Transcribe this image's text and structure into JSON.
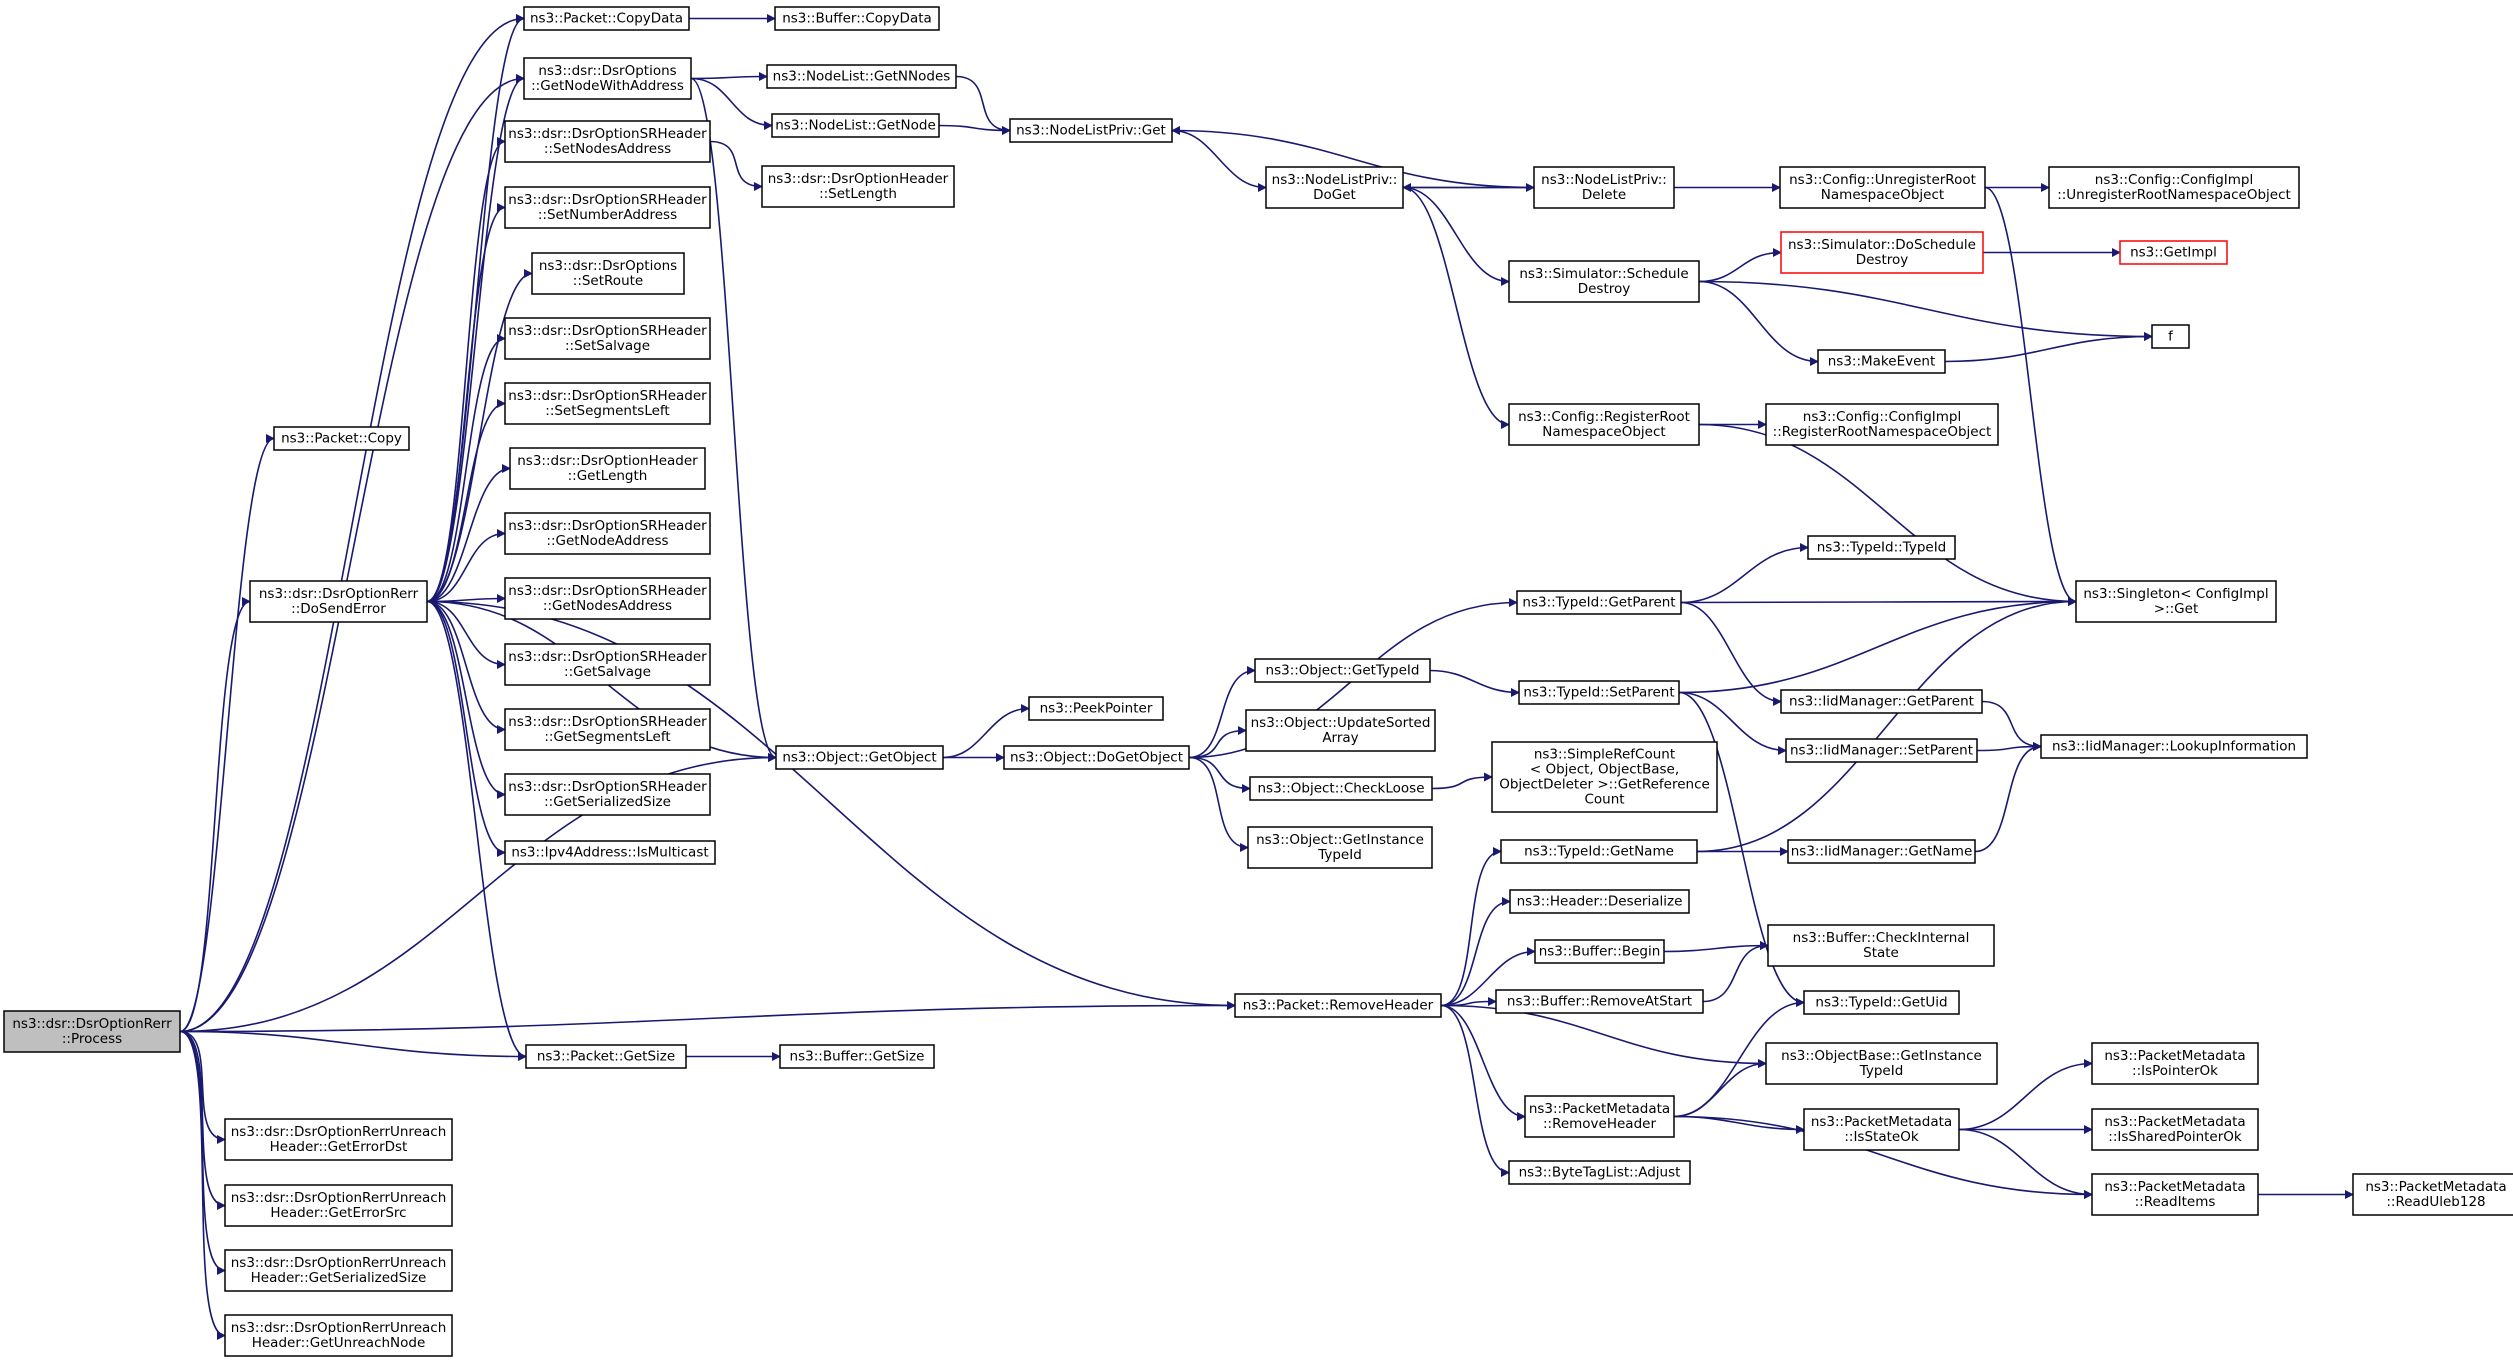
{
  "colors": {
    "edge": "#191970",
    "node_border": "#000000",
    "root_fill": "#bfbfbf",
    "node_fill": "#ffffff",
    "truncated_border": "#ff0000"
  },
  "nodes": [
    {
      "id": "process",
      "lines": [
        "ns3::dsr::DsrOptionRerr",
        "::Process"
      ],
      "root": true
    },
    {
      "id": "copy",
      "lines": [
        "ns3::Packet::Copy"
      ]
    },
    {
      "id": "dosenderror",
      "lines": [
        "ns3::dsr::DsrOptionRerr",
        "::DoSendError"
      ]
    },
    {
      "id": "errordst",
      "lines": [
        "ns3::dsr::DsrOptionRerrUnreach",
        "Header::GetErrorDst"
      ]
    },
    {
      "id": "errorsrc",
      "lines": [
        "ns3::dsr::DsrOptionRerrUnreach",
        "Header::GetErrorSrc"
      ]
    },
    {
      "id": "rerrsersize",
      "lines": [
        "ns3::dsr::DsrOptionRerrUnreach",
        "Header::GetSerializedSize"
      ]
    },
    {
      "id": "unreachnode",
      "lines": [
        "ns3::dsr::DsrOptionRerrUnreach",
        "Header::GetUnreachNode"
      ]
    },
    {
      "id": "copydata",
      "lines": [
        "ns3::Packet::CopyData"
      ]
    },
    {
      "id": "getnodewithaddress",
      "lines": [
        "ns3::dsr::DsrOptions",
        "::GetNodeWithAddress"
      ]
    },
    {
      "id": "setnodesaddress",
      "lines": [
        "ns3::dsr::DsrOptionSRHeader",
        "::SetNodesAddress"
      ]
    },
    {
      "id": "setnumberaddress",
      "lines": [
        "ns3::dsr::DsrOptionSRHeader",
        "::SetNumberAddress"
      ]
    },
    {
      "id": "setroute",
      "lines": [
        "ns3::dsr::DsrOptions",
        "::SetRoute"
      ]
    },
    {
      "id": "setsalvage",
      "lines": [
        "ns3::dsr::DsrOptionSRHeader",
        "::SetSalvage"
      ]
    },
    {
      "id": "setsegmentsleft",
      "lines": [
        "ns3::dsr::DsrOptionSRHeader",
        "::SetSegmentsLeft"
      ]
    },
    {
      "id": "getlength",
      "lines": [
        "ns3::dsr::DsrOptionHeader",
        "::GetLength"
      ]
    },
    {
      "id": "getnodeaddress",
      "lines": [
        "ns3::dsr::DsrOptionSRHeader",
        "::GetNodeAddress"
      ]
    },
    {
      "id": "getnodesaddress",
      "lines": [
        "ns3::dsr::DsrOptionSRHeader",
        "::GetNodesAddress"
      ]
    },
    {
      "id": "getsalvage",
      "lines": [
        "ns3::dsr::DsrOptionSRHeader",
        "::GetSalvage"
      ]
    },
    {
      "id": "getsegmentsleft",
      "lines": [
        "ns3::dsr::DsrOptionSRHeader",
        "::GetSegmentsLeft"
      ]
    },
    {
      "id": "srsersize",
      "lines": [
        "ns3::dsr::DsrOptionSRHeader",
        "::GetSerializedSize"
      ]
    },
    {
      "id": "ismulticast",
      "lines": [
        "ns3::Ipv4Address::IsMulticast"
      ]
    },
    {
      "id": "packetgetsize",
      "lines": [
        "ns3::Packet::GetSize"
      ]
    },
    {
      "id": "buffercopydata",
      "lines": [
        "ns3::Buffer::CopyData"
      ]
    },
    {
      "id": "getnnodes",
      "lines": [
        "ns3::NodeList::GetNNodes"
      ]
    },
    {
      "id": "getnode",
      "lines": [
        "ns3::NodeList::GetNode"
      ]
    },
    {
      "id": "setlength",
      "lines": [
        "ns3::dsr::DsrOptionHeader",
        "::SetLength"
      ]
    },
    {
      "id": "getobject",
      "lines": [
        "ns3::Object::GetObject"
      ]
    },
    {
      "id": "buffergetsize",
      "lines": [
        "ns3::Buffer::GetSize"
      ]
    },
    {
      "id": "nlpget",
      "lines": [
        "ns3::NodeListPriv::Get"
      ]
    },
    {
      "id": "peekpointer",
      "lines": [
        "ns3::PeekPointer"
      ]
    },
    {
      "id": "dogetobject",
      "lines": [
        "ns3::Object::DoGetObject"
      ]
    },
    {
      "id": "removeheader",
      "lines": [
        "ns3::Packet::RemoveHeader"
      ]
    },
    {
      "id": "nlpdoget",
      "lines": [
        "ns3::NodeListPriv::",
        "DoGet"
      ]
    },
    {
      "id": "gettypeid",
      "lines": [
        "ns3::Object::GetTypeId"
      ]
    },
    {
      "id": "updatesorted",
      "lines": [
        "ns3::Object::UpdateSorted",
        "Array"
      ]
    },
    {
      "id": "checkloose",
      "lines": [
        "ns3::Object::CheckLoose"
      ]
    },
    {
      "id": "getinstancetypeid",
      "lines": [
        "ns3::Object::GetInstance",
        "TypeId"
      ]
    },
    {
      "id": "nlpdelete",
      "lines": [
        "ns3::NodeListPriv::",
        "Delete"
      ]
    },
    {
      "id": "scheduledestroy",
      "lines": [
        "ns3::Simulator::Schedule",
        "Destroy"
      ]
    },
    {
      "id": "registerroot",
      "lines": [
        "ns3::Config::RegisterRoot",
        "NamespaceObject"
      ]
    },
    {
      "id": "tgetparent",
      "lines": [
        "ns3::TypeId::GetParent"
      ]
    },
    {
      "id": "tsetparent",
      "lines": [
        "ns3::TypeId::SetParent"
      ]
    },
    {
      "id": "refcount",
      "lines": [
        "ns3::SimpleRefCount",
        "< Object, ObjectBase,",
        "ObjectDeleter >::GetReference",
        "Count"
      ]
    },
    {
      "id": "tgetname",
      "lines": [
        "ns3::TypeId::GetName"
      ]
    },
    {
      "id": "hdeserialize",
      "lines": [
        "ns3::Header::Deserialize"
      ]
    },
    {
      "id": "bufbegin",
      "lines": [
        "ns3::Buffer::Begin"
      ]
    },
    {
      "id": "bufremoveatstart",
      "lines": [
        "ns3::Buffer::RemoveAtStart"
      ]
    },
    {
      "id": "pmremoveheader",
      "lines": [
        "ns3::PacketMetadata",
        "::RemoveHeader"
      ]
    },
    {
      "id": "btladjust",
      "lines": [
        "ns3::ByteTagList::Adjust"
      ]
    },
    {
      "id": "unregisterroot",
      "lines": [
        "ns3::Config::UnregisterRoot",
        "NamespaceObject"
      ]
    },
    {
      "id": "doscheduledestroy",
      "lines": [
        "ns3::Simulator::DoSchedule",
        "Destroy"
      ],
      "truncated": true
    },
    {
      "id": "makeevent",
      "lines": [
        "ns3::MakeEvent"
      ]
    },
    {
      "id": "cfgregister",
      "lines": [
        "ns3::Config::ConfigImpl",
        "::RegisterRootNamespaceObject"
      ]
    },
    {
      "id": "ttypeid",
      "lines": [
        "ns3::TypeId::TypeId"
      ]
    },
    {
      "id": "iidgetparent",
      "lines": [
        "ns3::IidManager::GetParent"
      ]
    },
    {
      "id": "iidsetparent",
      "lines": [
        "ns3::IidManager::SetParent"
      ]
    },
    {
      "id": "iidgetname",
      "lines": [
        "ns3::IidManager::GetName"
      ]
    },
    {
      "id": "bufcheckinternal",
      "lines": [
        "ns3::Buffer::CheckInternal",
        "State"
      ]
    },
    {
      "id": "tgetuid",
      "lines": [
        "ns3::TypeId::GetUid"
      ]
    },
    {
      "id": "obgetinstance",
      "lines": [
        "ns3::ObjectBase::GetInstance",
        "TypeId"
      ]
    },
    {
      "id": "pmisstateok",
      "lines": [
        "ns3::PacketMetadata",
        "::IsStateOk"
      ]
    },
    {
      "id": "cfgunregister",
      "lines": [
        "ns3::Config::ConfigImpl",
        "::UnregisterRootNamespaceObject"
      ]
    },
    {
      "id": "getimpl",
      "lines": [
        "ns3::GetImpl"
      ],
      "truncated": true
    },
    {
      "id": "f",
      "lines": [
        "f"
      ]
    },
    {
      "id": "singletonget",
      "lines": [
        "ns3::Singleton< ConfigImpl",
        " >::Get"
      ]
    },
    {
      "id": "iidlookup",
      "lines": [
        "ns3::IidManager::LookupInformation"
      ]
    },
    {
      "id": "pmispointerok",
      "lines": [
        "ns3::PacketMetadata",
        "::IsPointerOk"
      ]
    },
    {
      "id": "pmissharedok",
      "lines": [
        "ns3::PacketMetadata",
        "::IsSharedPointerOk"
      ]
    },
    {
      "id": "pmreaditems",
      "lines": [
        "ns3::PacketMetadata",
        "::ReadItems"
      ]
    },
    {
      "id": "pmreaduleb",
      "lines": [
        "ns3::PacketMetadata",
        "::ReadUleb128"
      ]
    }
  ],
  "edges": [
    [
      "process",
      "copy"
    ],
    [
      "process",
      "dosenderror"
    ],
    [
      "process",
      "errordst"
    ],
    [
      "process",
      "errorsrc"
    ],
    [
      "process",
      "rerrsersize"
    ],
    [
      "process",
      "unreachnode"
    ],
    [
      "process",
      "copydata"
    ],
    [
      "process",
      "getnodewithaddress"
    ],
    [
      "process",
      "getobject"
    ],
    [
      "process",
      "packetgetsize"
    ],
    [
      "process",
      "removeheader"
    ],
    [
      "dosenderror",
      "copydata"
    ],
    [
      "dosenderror",
      "getnodewithaddress"
    ],
    [
      "dosenderror",
      "setnodesaddress"
    ],
    [
      "dosenderror",
      "setnumberaddress"
    ],
    [
      "dosenderror",
      "setroute"
    ],
    [
      "dosenderror",
      "setsalvage"
    ],
    [
      "dosenderror",
      "setsegmentsleft"
    ],
    [
      "dosenderror",
      "getlength"
    ],
    [
      "dosenderror",
      "getnodeaddress"
    ],
    [
      "dosenderror",
      "getnodesaddress"
    ],
    [
      "dosenderror",
      "getsalvage"
    ],
    [
      "dosenderror",
      "getsegmentsleft"
    ],
    [
      "dosenderror",
      "srsersize"
    ],
    [
      "dosenderror",
      "ismulticast"
    ],
    [
      "dosenderror",
      "packetgetsize"
    ],
    [
      "dosenderror",
      "getobject"
    ],
    [
      "dosenderror",
      "removeheader"
    ],
    [
      "copydata",
      "buffercopydata"
    ],
    [
      "getnodewithaddress",
      "getnnodes"
    ],
    [
      "getnodewithaddress",
      "getnode"
    ],
    [
      "getnodewithaddress",
      "getobject"
    ],
    [
      "setnodesaddress",
      "setlength"
    ],
    [
      "getnnodes",
      "nlpget"
    ],
    [
      "getnode",
      "nlpget"
    ],
    [
      "packetgetsize",
      "buffergetsize"
    ],
    [
      "getobject",
      "peekpointer"
    ],
    [
      "getobject",
      "dogetobject"
    ],
    [
      "nlpget",
      "nlpdoget"
    ],
    [
      "nlpdoget",
      "nlpdelete"
    ],
    [
      "nlpdoget",
      "scheduledestroy"
    ],
    [
      "nlpdoget",
      "registerroot"
    ],
    [
      "nlpdelete",
      "nlpget"
    ],
    [
      "nlpdelete",
      "nlpdoget"
    ],
    [
      "nlpdelete",
      "unregisterroot"
    ],
    [
      "unregisterroot",
      "cfgunregister"
    ],
    [
      "unregisterroot",
      "singletonget"
    ],
    [
      "scheduledestroy",
      "doscheduledestroy"
    ],
    [
      "scheduledestroy",
      "makeevent"
    ],
    [
      "scheduledestroy",
      "f"
    ],
    [
      "doscheduledestroy",
      "getimpl"
    ],
    [
      "makeevent",
      "f"
    ],
    [
      "registerroot",
      "cfgregister"
    ],
    [
      "registerroot",
      "singletonget"
    ],
    [
      "dogetobject",
      "tgetparent"
    ],
    [
      "dogetobject",
      "gettypeid"
    ],
    [
      "dogetobject",
      "updatesorted"
    ],
    [
      "dogetobject",
      "checkloose"
    ],
    [
      "dogetobject",
      "getinstancetypeid"
    ],
    [
      "gettypeid",
      "tsetparent"
    ],
    [
      "checkloose",
      "refcount"
    ],
    [
      "tgetparent",
      "ttypeid"
    ],
    [
      "tgetparent",
      "singletonget"
    ],
    [
      "tgetparent",
      "iidgetparent"
    ],
    [
      "tsetparent",
      "singletonget"
    ],
    [
      "tsetparent",
      "iidsetparent"
    ],
    [
      "tsetparent",
      "tgetuid"
    ],
    [
      "iidgetparent",
      "iidlookup"
    ],
    [
      "iidsetparent",
      "iidlookup"
    ],
    [
      "tgetname",
      "singletonget"
    ],
    [
      "tgetname",
      "iidgetname"
    ],
    [
      "iidgetname",
      "iidlookup"
    ],
    [
      "removeheader",
      "tgetname"
    ],
    [
      "removeheader",
      "hdeserialize"
    ],
    [
      "removeheader",
      "bufbegin"
    ],
    [
      "removeheader",
      "bufremoveatstart"
    ],
    [
      "removeheader",
      "pmremoveheader"
    ],
    [
      "removeheader",
      "btladjust"
    ],
    [
      "removeheader",
      "obgetinstance"
    ],
    [
      "bufbegin",
      "bufcheckinternal"
    ],
    [
      "bufremoveatstart",
      "bufcheckinternal"
    ],
    [
      "pmremoveheader",
      "tgetuid"
    ],
    [
      "pmremoveheader",
      "obgetinstance"
    ],
    [
      "pmremoveheader",
      "pmisstateok"
    ],
    [
      "pmremoveheader",
      "pmreaditems"
    ],
    [
      "pmisstateok",
      "pmispointerok"
    ],
    [
      "pmisstateok",
      "pmissharedok"
    ],
    [
      "pmisstateok",
      "pmreaditems"
    ],
    [
      "pmreaditems",
      "pmreaduleb"
    ]
  ]
}
